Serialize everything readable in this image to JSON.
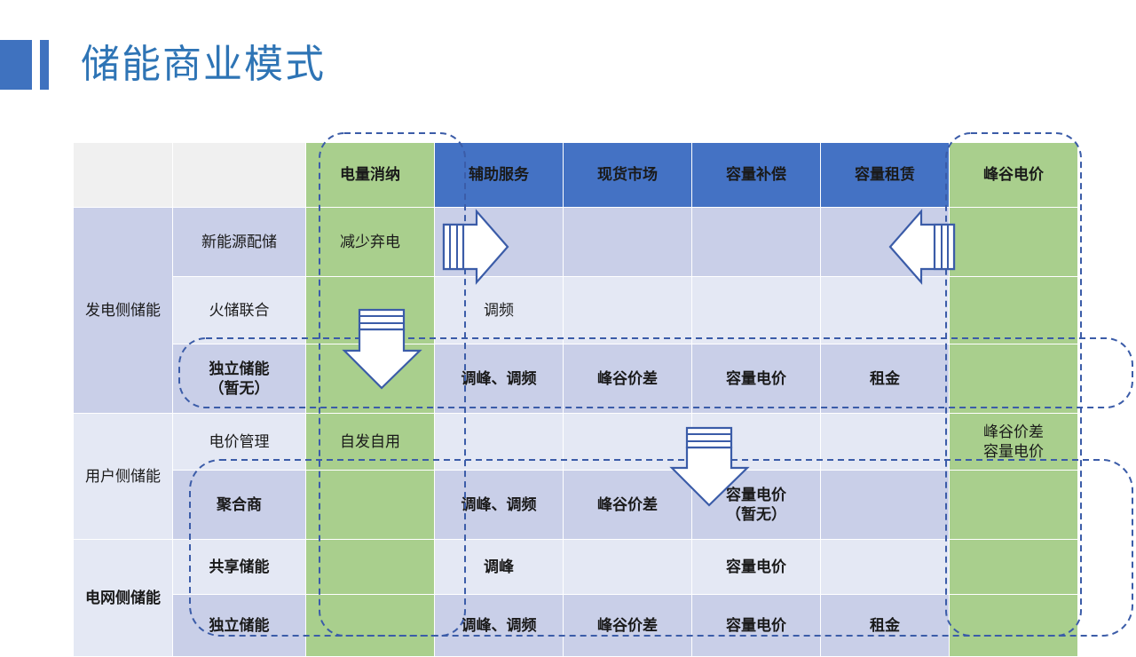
{
  "slide": {
    "title": "储能商业模式",
    "accent_color": "#3F72BF",
    "title_color": "#2E74B5",
    "green": "#A9CF8D",
    "header_blue": "#4472C4",
    "row_dark": "#C9CFE8",
    "row_light": "#E4E8F4",
    "dash_color": "#3B5CA8"
  },
  "table": {
    "corner_blank_1": "",
    "corner_blank_2": "",
    "columns": [
      {
        "label": "电量消纳",
        "style": "green"
      },
      {
        "label": "辅助服务",
        "style": "blue"
      },
      {
        "label": "现货市场",
        "style": "blue"
      },
      {
        "label": "容量补偿",
        "style": "blue"
      },
      {
        "label": "容量租赁",
        "style": "blue"
      },
      {
        "label": "峰谷电价",
        "style": "green"
      }
    ],
    "groups": [
      {
        "name": "发电侧储能",
        "bold": false,
        "tint": "dark",
        "rows": [
          {
            "sub": "新能源配储",
            "bold": false,
            "tint": "dark",
            "cells": [
              "减少弃电",
              "",
              "",
              "",
              "",
              ""
            ]
          },
          {
            "sub": "火储联合",
            "bold": false,
            "tint": "light",
            "cells": [
              "",
              "调频",
              "",
              "",
              "",
              ""
            ]
          },
          {
            "sub": "独立储能\n（暂无）",
            "bold": true,
            "tint": "dark",
            "cells": [
              "",
              "调峰、调频",
              "峰谷价差",
              "容量电价",
              "租金",
              ""
            ]
          }
        ]
      },
      {
        "name": "用户侧储能",
        "bold": false,
        "tint": "light",
        "rows": [
          {
            "sub": "电价管理",
            "bold": false,
            "tint": "light",
            "cells": [
              "自发自用",
              "",
              "",
              "",
              "",
              "峰谷价差\n容量电价"
            ]
          },
          {
            "sub": "聚合商",
            "bold": true,
            "tint": "dark",
            "cells": [
              "",
              "调峰、调频",
              "峰谷价差",
              "容量电价\n（暂无）",
              "",
              ""
            ]
          }
        ]
      },
      {
        "name": "电网侧储能",
        "bold": true,
        "tint": "light",
        "rows": [
          {
            "sub": "共享储能",
            "bold": true,
            "tint": "light",
            "cells": [
              "",
              "调峰",
              "",
              "容量电价",
              "",
              ""
            ]
          },
          {
            "sub": "独立储能",
            "bold": true,
            "tint": "dark",
            "cells": [
              "",
              "调峰、调频",
              "峰谷价差",
              "容量电价",
              "租金",
              ""
            ]
          }
        ]
      }
    ]
  },
  "annotations": {
    "arrows": [
      {
        "name": "striped-right-arrow",
        "direction": "right"
      },
      {
        "name": "striped-down-arrow-left",
        "direction": "down"
      },
      {
        "name": "striped-left-arrow",
        "direction": "left"
      },
      {
        "name": "striped-down-arrow-middle",
        "direction": "down"
      }
    ],
    "highlight_boxes": [
      {
        "name": "independent-storage-row-box"
      },
      {
        "name": "bottom-three-rows-box"
      },
      {
        "name": "electricity-consumption-column-box"
      },
      {
        "name": "peak-valley-price-column-box"
      }
    ]
  }
}
